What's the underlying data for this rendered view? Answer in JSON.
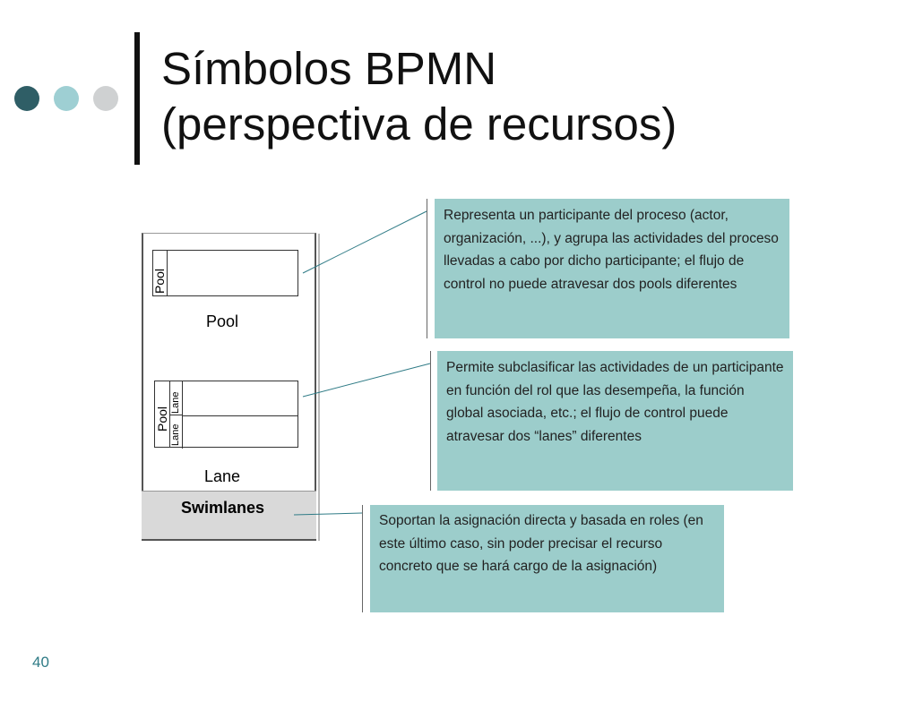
{
  "slide": {
    "title_line1": "Símbolos BPMN",
    "title_line2": "(perspectiva de recursos)",
    "page_number": "40"
  },
  "diagram": {
    "pool_tab": "Pool",
    "pool_caption": "Pool",
    "lane_pool_tab": "Pool",
    "lane_tab_top": "Lane",
    "lane_tab_bottom": "Lane",
    "lane_caption": "Lane",
    "swimlanes_caption": "Swimlanes"
  },
  "notes": {
    "pool": "Representa un participante del proceso (actor, organización, ...), y agrupa las actividades del proceso llevadas a cabo por dicho participante; el flujo de control no puede atravesar dos pools diferentes",
    "lane": "Permite subclasificar las actividades de un participante en función del rol que las desempeña, la función global asociada, etc.; el flujo de control puede atravesar dos “lanes” diferentes",
    "swimlanes": "Soportan la asignación directa y basada en roles (en este último caso, sin poder precisar el recurso concreto que se hará cargo de la asignación)"
  },
  "colors": {
    "dot_dark": "#2f5e66",
    "dot_light": "#9ecfd3",
    "dot_grey": "#cfd1d2",
    "note_fill": "#9ccdcb",
    "swimlane_band": "#d9d9d9"
  }
}
